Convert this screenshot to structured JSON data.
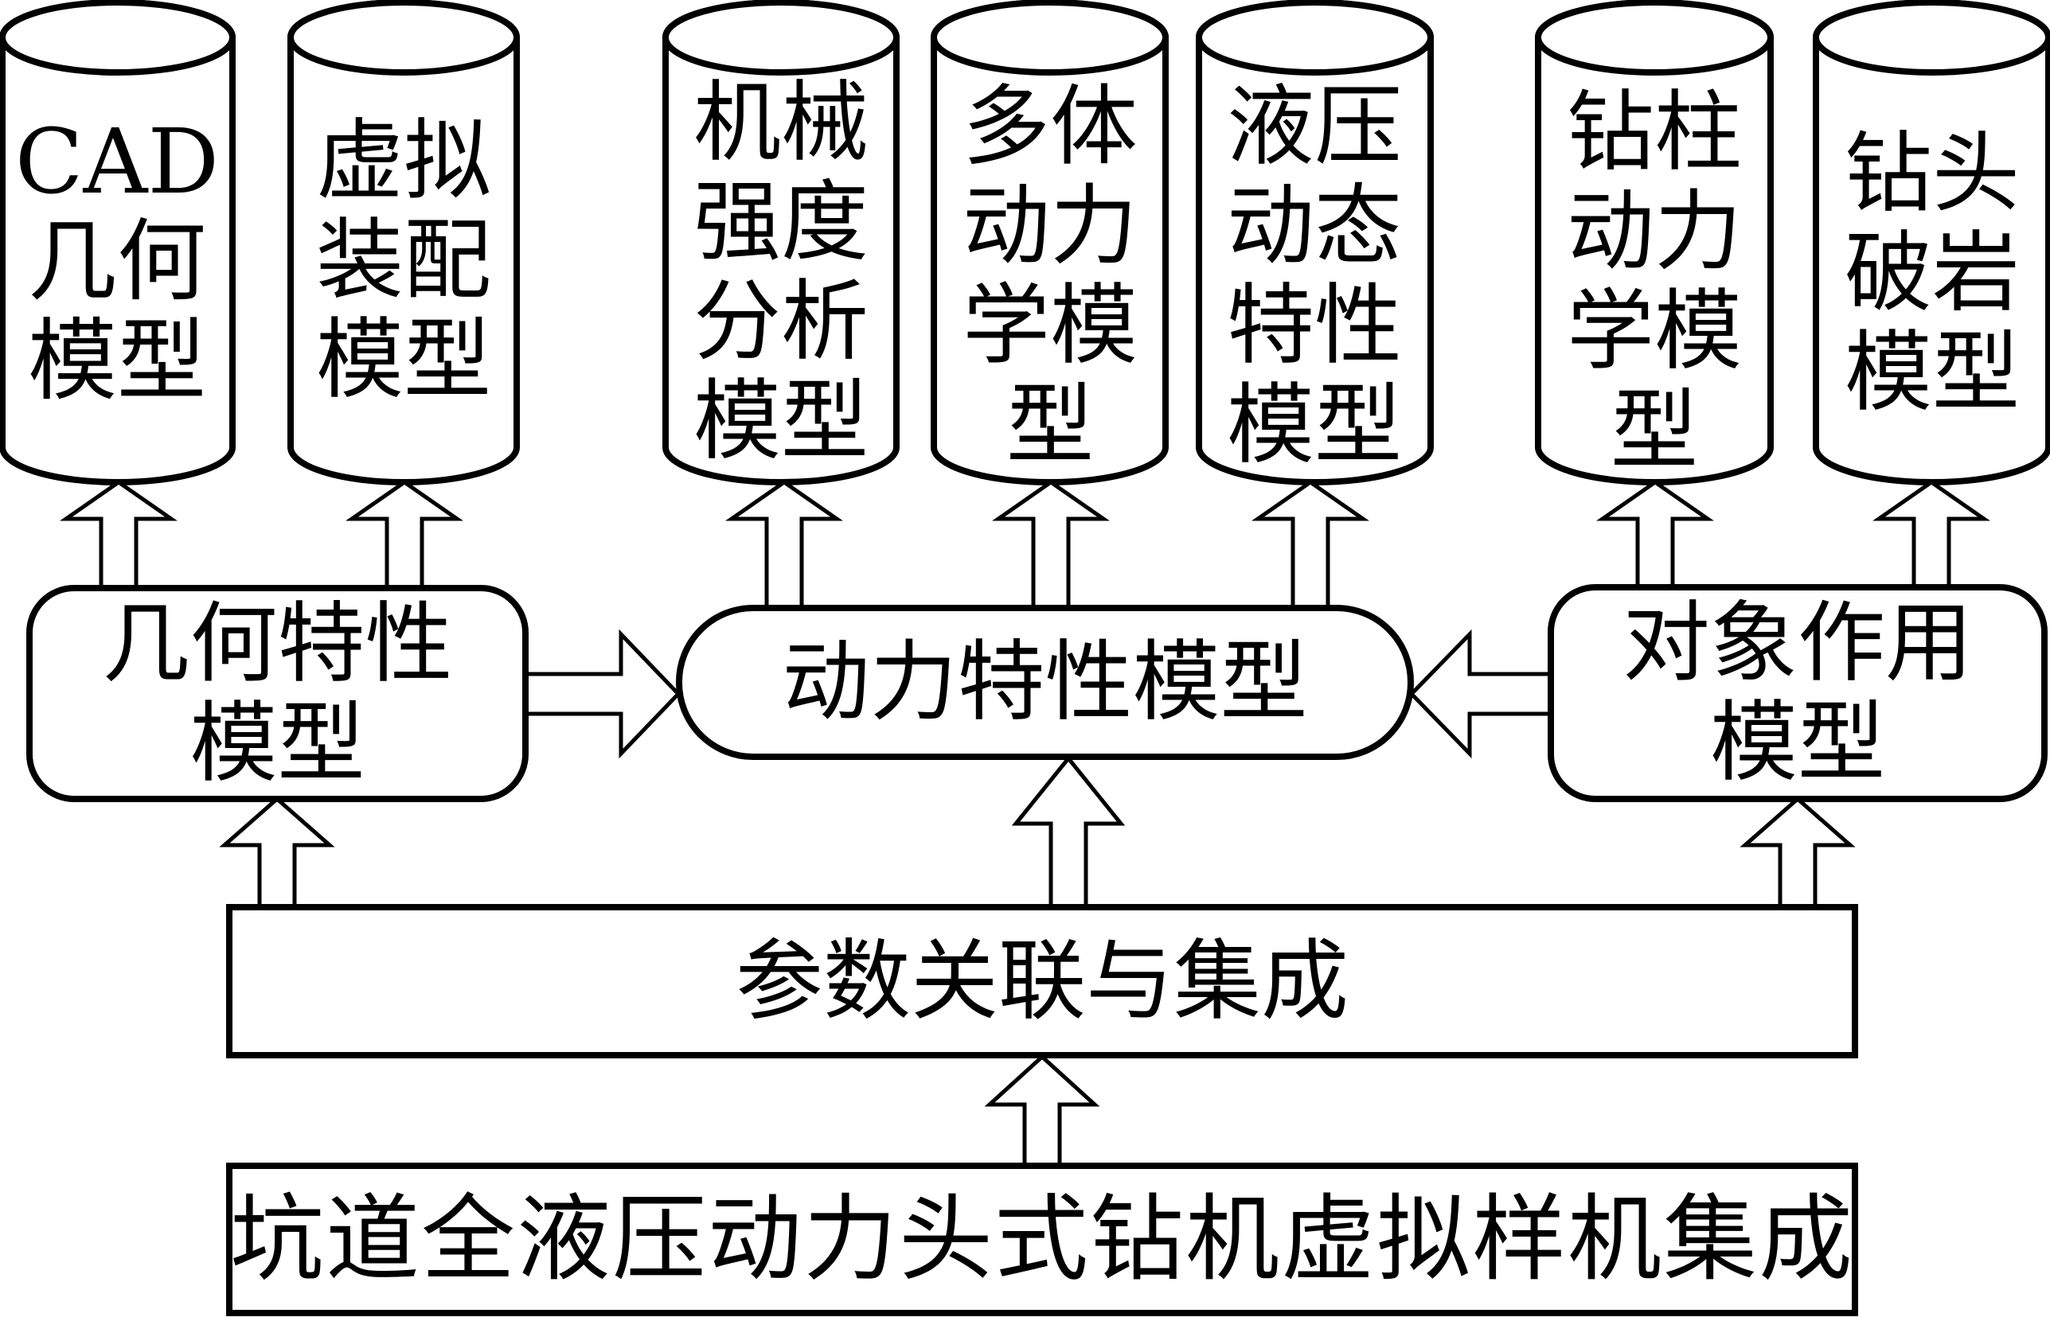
{
  "diagram": {
    "type": "flowchart",
    "colors": {
      "stroke": "#000000",
      "fill": "#ffffff",
      "text": "#000000"
    },
    "databases": [
      {
        "id": "cad-geometry",
        "label": "CAD\n几何\n模型"
      },
      {
        "id": "virtual-assembly",
        "label": "虚拟\n装配\n模型"
      },
      {
        "id": "mechanical-strength",
        "label": "机械\n强度\n分析\n模型"
      },
      {
        "id": "multibody-dynamics",
        "label": "多体\n动力\n学模\n型"
      },
      {
        "id": "hydraulic-dynamics",
        "label": "液压\n动态\n特性\n模型"
      },
      {
        "id": "drillstring-dynamics",
        "label": "钻柱\n动力\n学模\n型"
      },
      {
        "id": "bit-rock-breaking",
        "label": "钻头\n破岩\n模型"
      }
    ],
    "models": [
      {
        "id": "geometry-model",
        "label": "几何特性\n模型"
      },
      {
        "id": "dynamic-model",
        "label": "动力特性模型"
      },
      {
        "id": "object-interaction-model",
        "label": "对象作用\n模型"
      }
    ],
    "integration": {
      "label": "参数关联与集成"
    },
    "base": {
      "label": "坑道全液压动力头式钻机虚拟样机集成"
    },
    "edges": [
      {
        "from": "geometry-model",
        "to": "cad-geometry"
      },
      {
        "from": "geometry-model",
        "to": "virtual-assembly"
      },
      {
        "from": "dynamic-model",
        "to": "mechanical-strength"
      },
      {
        "from": "dynamic-model",
        "to": "multibody-dynamics"
      },
      {
        "from": "dynamic-model",
        "to": "hydraulic-dynamics"
      },
      {
        "from": "object-interaction-model",
        "to": "drillstring-dynamics"
      },
      {
        "from": "object-interaction-model",
        "to": "bit-rock-breaking"
      },
      {
        "from": "geometry-model",
        "to": "dynamic-model"
      },
      {
        "from": "object-interaction-model",
        "to": "dynamic-model"
      },
      {
        "from": "integration",
        "to": "geometry-model"
      },
      {
        "from": "integration",
        "to": "dynamic-model"
      },
      {
        "from": "integration",
        "to": "object-interaction-model"
      },
      {
        "from": "base",
        "to": "integration"
      }
    ]
  }
}
